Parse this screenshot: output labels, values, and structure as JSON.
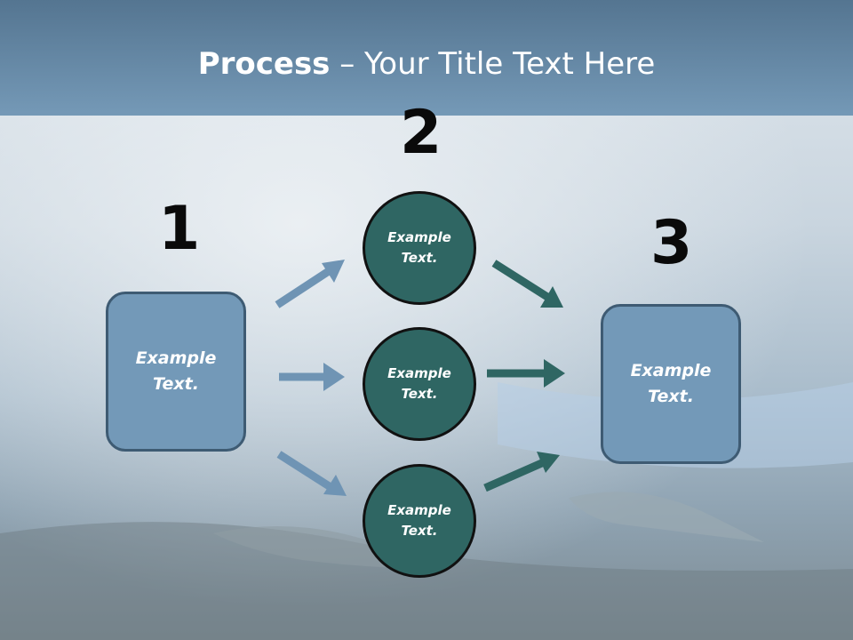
{
  "slide": {
    "title_bold": "Process",
    "title_rest": " – Your Title Text Here"
  },
  "steps": {
    "n1": "1",
    "n2": "2",
    "n3": "3"
  },
  "nodes": {
    "left_box": "Example Text.",
    "circle_top": "Example Text.",
    "circle_middle": "Example Text.",
    "circle_bottom": "Example Text.",
    "right_box": "Example Text."
  },
  "colors": {
    "title_band": "#5f86a6",
    "box_fill": "#7399b8",
    "box_border": "#3e5b73",
    "circle_fill": "#2f6663",
    "arrow_left": "#6f94b4",
    "arrow_right": "#2f6663"
  }
}
